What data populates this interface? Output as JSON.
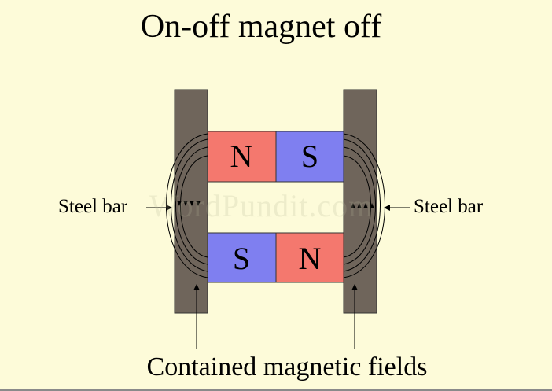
{
  "title": "On-off magnet off",
  "caption": "Contained magnetic fields",
  "labels": {
    "left": "Steel bar",
    "right": "Steel bar"
  },
  "watermark": "WordPundit.com",
  "magnets": {
    "top_left": "N",
    "top_right": "S",
    "bottom_left": "S",
    "bottom_right": "N"
  },
  "colors": {
    "background": "#fdfbd9",
    "steel": "#6f655b",
    "north": "#f4786e",
    "south": "#7f7ff0"
  }
}
